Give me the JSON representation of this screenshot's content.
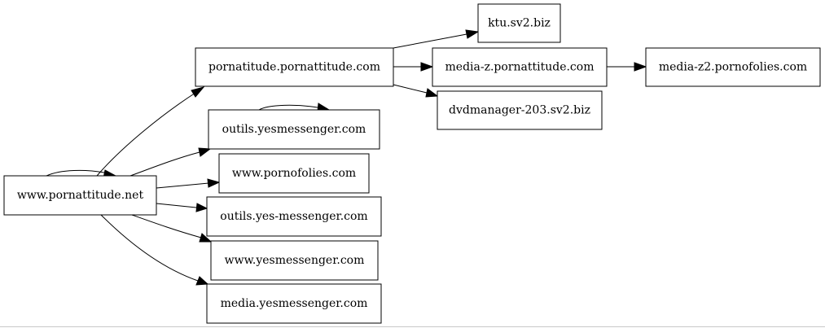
{
  "diagram": {
    "nodes": [
      {
        "id": "pornattitude_net",
        "label": "www.pornattitude.net"
      },
      {
        "id": "pornatitude_com",
        "label": "pornatitude.pornattitude.com"
      },
      {
        "id": "ktu",
        "label": "ktu.sv2.biz"
      },
      {
        "id": "media_z",
        "label": "media-z.pornattitude.com"
      },
      {
        "id": "media_z2",
        "label": "media-z2.pornofolies.com"
      },
      {
        "id": "dvdmanager",
        "label": "dvdmanager-203.sv2.biz"
      },
      {
        "id": "outils_yes",
        "label": "outils.yesmessenger.com"
      },
      {
        "id": "pornofolies",
        "label": "www.pornofolies.com"
      },
      {
        "id": "outils_yes_dash",
        "label": "outils.yes-messenger.com"
      },
      {
        "id": "yesmessenger",
        "label": "www.yesmessenger.com"
      },
      {
        "id": "media_yes",
        "label": "media.yesmessenger.com"
      }
    ],
    "edges": [
      {
        "from": "pornattitude_net",
        "to": "pornattitude_net"
      },
      {
        "from": "pornattitude_net",
        "to": "pornatitude_com"
      },
      {
        "from": "pornattitude_net",
        "to": "outils_yes"
      },
      {
        "from": "pornattitude_net",
        "to": "pornofolies"
      },
      {
        "from": "pornattitude_net",
        "to": "outils_yes_dash"
      },
      {
        "from": "pornattitude_net",
        "to": "yesmessenger"
      },
      {
        "from": "pornattitude_net",
        "to": "media_yes"
      },
      {
        "from": "pornatitude_com",
        "to": "ktu"
      },
      {
        "from": "pornatitude_com",
        "to": "media_z"
      },
      {
        "from": "pornatitude_com",
        "to": "dvdmanager"
      },
      {
        "from": "media_z",
        "to": "media_z2"
      },
      {
        "from": "outils_yes",
        "to": "outils_yes"
      }
    ]
  }
}
